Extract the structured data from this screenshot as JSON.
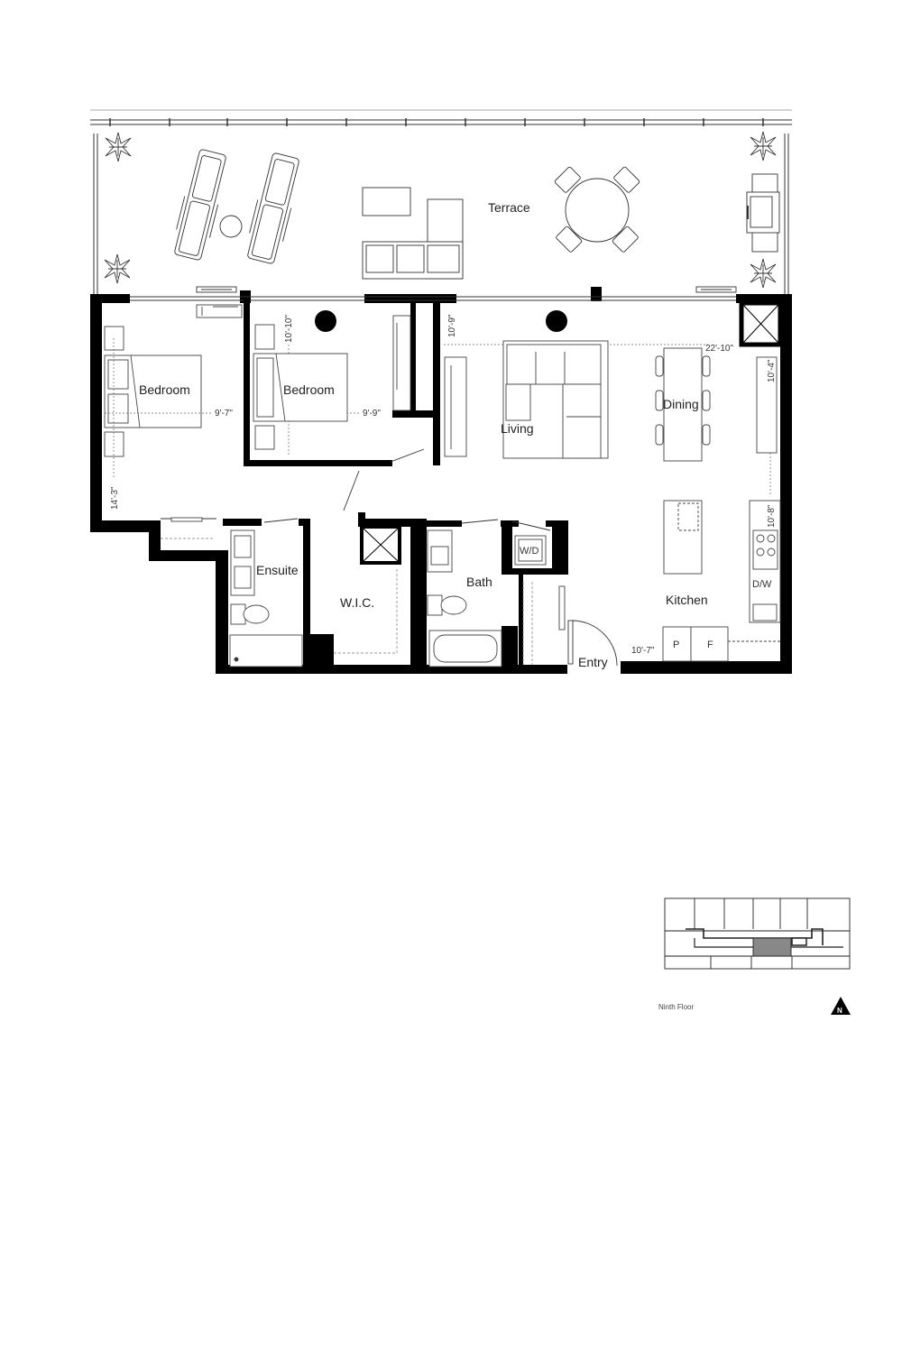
{
  "rooms": {
    "terrace": "Terrace",
    "bedroom_1": "Bedroom",
    "bedroom_2": "Bedroom",
    "living": "Living",
    "dining": "Dining",
    "kitchen": "Kitchen",
    "ensuite": "Ensuite",
    "wic": "W.I.C.",
    "bath": "Bath",
    "entry": "Entry",
    "laundry": "W/D",
    "dishwasher": "D/W",
    "pantry": "P",
    "fridge": "F"
  },
  "dimensions": {
    "bedroom_1_width": "9'-7\"",
    "bedroom_1_length": "14'-3\"",
    "bedroom_2_width": "9'-9\"",
    "bedroom_2_length": "10'-10\"",
    "living_length": "10'-9\"",
    "living_dining_width": "22'-10\"",
    "dining_depth": "10'-4\"",
    "kitchen_depth": "10'-8\"",
    "entry_width": "10'-7\""
  },
  "key_plan": {
    "caption": "Ninth Floor",
    "north_label": "N"
  }
}
